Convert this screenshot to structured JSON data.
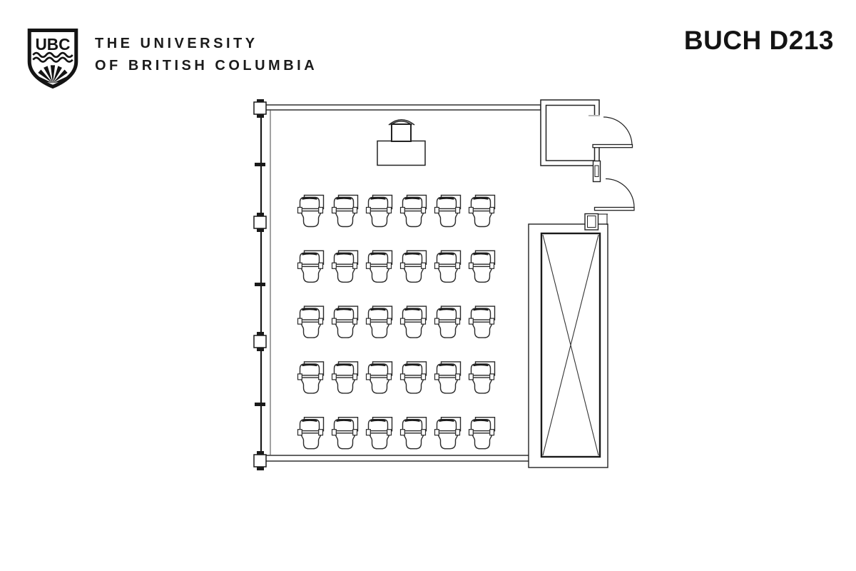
{
  "header": {
    "logo_text": "UBC",
    "university_name_line1": "THE UNIVERSITY",
    "university_name_line2": "OF BRITISH COLUMBIA",
    "room_title": "BUCH D213"
  },
  "floor_plan": {
    "seating": {
      "rows": 5,
      "seats_per_row": 6,
      "total_seats": 30,
      "seat_type": "tablet-arm-chair"
    },
    "features": [
      "instructor-podium",
      "entry-vestibule",
      "door-swing-upper",
      "door-swing-lower",
      "cross-braced-shaft",
      "window-wall-left"
    ],
    "colors": {
      "line": "#222222",
      "background": "#ffffff"
    }
  }
}
